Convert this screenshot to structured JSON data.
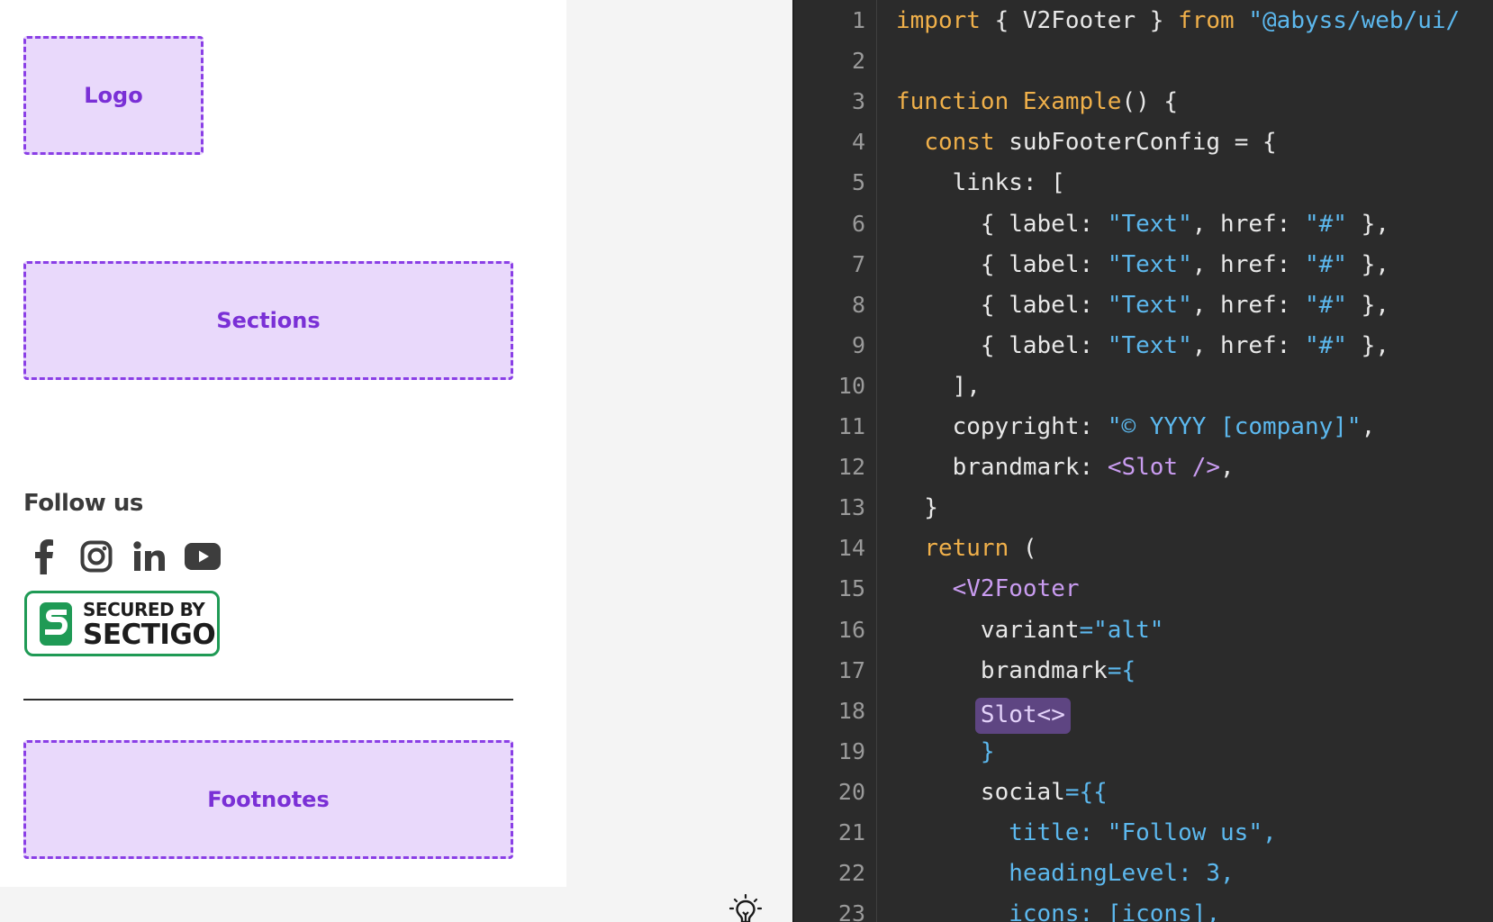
{
  "preview": {
    "slots": {
      "logo": "Logo",
      "sections": "Sections",
      "footnotes": "Footnotes"
    },
    "social": {
      "heading": "Follow us",
      "icons": [
        "facebook-icon",
        "instagram-icon",
        "linkedin-icon",
        "youtube-icon"
      ]
    },
    "badge": {
      "line1": "SECURED BY",
      "line2": "SECTIGO",
      "accent": "#1f9a55"
    },
    "colors": {
      "slot_fill": "#e9d9fb",
      "slot_border": "#8a3fe6",
      "slot_text": "#7a30d6"
    }
  },
  "editor": {
    "line_numbers": [
      "1",
      "2",
      "3",
      "4",
      "5",
      "6",
      "7",
      "8",
      "9",
      "10",
      "11",
      "12",
      "13",
      "14",
      "15",
      "16",
      "17",
      "18",
      "19",
      "20",
      "21",
      "22",
      "23"
    ],
    "lines": [
      [
        {
          "t": "import",
          "c": "kw"
        },
        {
          "t": " { V2Footer } "
        },
        {
          "t": "from",
          "c": "kw"
        },
        {
          "t": " "
        },
        {
          "t": "\"@abyss/web/ui/",
          "c": "str"
        }
      ],
      [],
      [
        {
          "t": "function",
          "c": "kw"
        },
        {
          "t": " "
        },
        {
          "t": "Example",
          "c": "fn"
        },
        {
          "t": "() {"
        }
      ],
      [
        {
          "t": "  "
        },
        {
          "t": "const",
          "c": "kw"
        },
        {
          "t": " subFooterConfig = {"
        }
      ],
      [
        {
          "t": "    links: ["
        }
      ],
      [
        {
          "t": "      { label: "
        },
        {
          "t": "\"Text\"",
          "c": "str"
        },
        {
          "t": ", href: "
        },
        {
          "t": "\"#\"",
          "c": "str"
        },
        {
          "t": " },"
        }
      ],
      [
        {
          "t": "      { label: "
        },
        {
          "t": "\"Text\"",
          "c": "str"
        },
        {
          "t": ", href: "
        },
        {
          "t": "\"#\"",
          "c": "str"
        },
        {
          "t": " },"
        }
      ],
      [
        {
          "t": "      { label: "
        },
        {
          "t": "\"Text\"",
          "c": "str"
        },
        {
          "t": ", href: "
        },
        {
          "t": "\"#\"",
          "c": "str"
        },
        {
          "t": " },"
        }
      ],
      [
        {
          "t": "      { label: "
        },
        {
          "t": "\"Text\"",
          "c": "str"
        },
        {
          "t": ", href: "
        },
        {
          "t": "\"#\"",
          "c": "str"
        },
        {
          "t": " },"
        }
      ],
      [
        {
          "t": "    ],"
        }
      ],
      [
        {
          "t": "    copyright: "
        },
        {
          "t": "\"© YYYY [company]\"",
          "c": "str"
        },
        {
          "t": ","
        }
      ],
      [
        {
          "t": "    brandmark: "
        },
        {
          "t": "<Slot />",
          "c": "tag"
        },
        {
          "t": ","
        }
      ],
      [
        {
          "t": "  }"
        }
      ],
      [
        {
          "t": "  "
        },
        {
          "t": "return",
          "c": "kw"
        },
        {
          "t": " ("
        }
      ],
      [
        {
          "t": "    "
        },
        {
          "t": "<V2Footer",
          "c": "tag"
        }
      ],
      [
        {
          "t": "      variant"
        },
        {
          "t": "=",
          "c": "attr-eq"
        },
        {
          "t": "\"alt\"",
          "c": "str"
        }
      ],
      [
        {
          "t": "      brandmark"
        },
        {
          "t": "={",
          "c": "attr-eq"
        }
      ],
      [
        {
          "t": "      "
        },
        {
          "t": "Slot<>",
          "c": "slot-chip"
        }
      ],
      [
        {
          "t": "      "
        },
        {
          "t": "}",
          "c": "attr-eq"
        }
      ],
      [
        {
          "t": "      social"
        },
        {
          "t": "={{",
          "c": "attr-eq"
        }
      ],
      [
        {
          "t": "        title: \"Follow us\",",
          "c": "str"
        }
      ],
      [
        {
          "t": "        headingLevel: 3,",
          "c": "str"
        }
      ],
      [
        {
          "t": "        icons: [icons],",
          "c": "str"
        }
      ]
    ]
  }
}
